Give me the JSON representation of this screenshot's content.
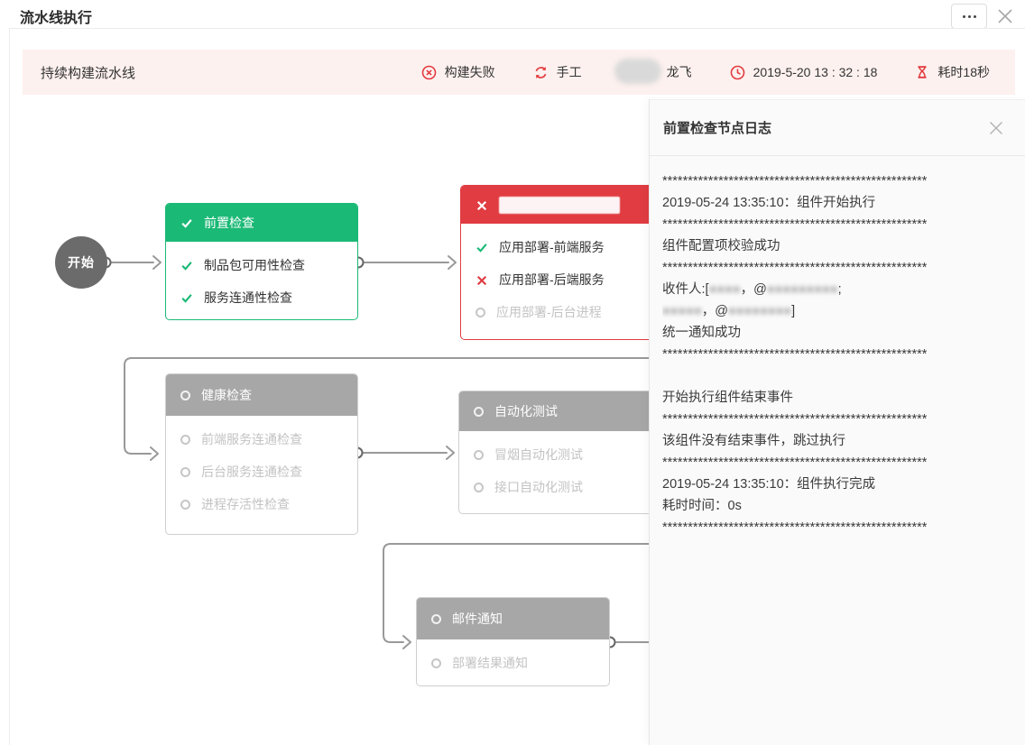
{
  "window": {
    "title": "流水线执行"
  },
  "pipeline_bar": {
    "name": "持续构建流水线",
    "status_label": "构建失败",
    "trigger_label": "手工",
    "operator_name": "龙飞",
    "build_time": "2019-5-20 13 : 32 : 18",
    "duration_label": "耗时18秒"
  },
  "flow": {
    "start_label": "开始",
    "nodes": [
      {
        "id": "precheck",
        "title": "前置检查",
        "state": "success",
        "title_redacted": false,
        "items": [
          {
            "label": "制品包可用性检查",
            "state": "success"
          },
          {
            "label": "服务连通性检查",
            "state": "success"
          }
        ]
      },
      {
        "id": "deploy",
        "title": "",
        "state": "failed",
        "title_redacted": true,
        "items": [
          {
            "label": "应用部署-前端服务",
            "state": "success"
          },
          {
            "label": "应用部署-后端服务",
            "state": "failed"
          },
          {
            "label": "应用部署-后台进程",
            "state": "pending"
          }
        ]
      },
      {
        "id": "health",
        "title": "健康检查",
        "state": "pending",
        "title_redacted": false,
        "items": [
          {
            "label": "前端服务连通检查",
            "state": "pending"
          },
          {
            "label": "后台服务连通检查",
            "state": "pending"
          },
          {
            "label": "进程存活性检查",
            "state": "pending"
          }
        ]
      },
      {
        "id": "autotest",
        "title": "自动化测试",
        "state": "pending",
        "title_redacted": false,
        "items": [
          {
            "label": "冒烟自动化测试",
            "state": "pending"
          },
          {
            "label": "接口自动化测试",
            "state": "pending"
          }
        ]
      },
      {
        "id": "mail",
        "title": "邮件通知",
        "state": "pending",
        "title_redacted": false,
        "items": [
          {
            "label": "部署结果通知",
            "state": "pending"
          }
        ]
      }
    ]
  },
  "log_panel": {
    "title": "前置检查节点日志",
    "star_line": "****************************************************",
    "lines": [
      {
        "type": "stars"
      },
      {
        "type": "text",
        "text": "2019-05-24 13:35:10：组件开始执行"
      },
      {
        "type": "stars"
      },
      {
        "type": "text",
        "text": "组件配置项校验成功"
      },
      {
        "type": "stars"
      },
      {
        "type": "mixed",
        "segments": [
          {
            "text": "收件人:[",
            "redacted": false
          },
          {
            "text": "●●●●",
            "redacted": true
          },
          {
            "text": "，@",
            "redacted": false
          },
          {
            "text": "●●●●●●●●●",
            "redacted": true
          },
          {
            "text": ";",
            "redacted": false
          }
        ]
      },
      {
        "type": "mixed",
        "segments": [
          {
            "text": "●●●●●",
            "redacted": true
          },
          {
            "text": "，@",
            "redacted": false
          },
          {
            "text": "●●●●●●●●",
            "redacted": true
          },
          {
            "text": "]",
            "redacted": false
          }
        ]
      },
      {
        "type": "text",
        "text": "统一通知成功"
      },
      {
        "type": "stars"
      },
      {
        "type": "text",
        "text": ""
      },
      {
        "type": "text",
        "text": "开始执行组件结束事件"
      },
      {
        "type": "stars"
      },
      {
        "type": "text",
        "text": "该组件没有结束事件，跳过执行"
      },
      {
        "type": "stars"
      },
      {
        "type": "text",
        "text": "2019-05-24 13:35:10：组件执行完成"
      },
      {
        "type": "text",
        "text": "耗时时间：0s"
      },
      {
        "type": "stars"
      }
    ]
  },
  "colors": {
    "accent_red": "#e23b3f",
    "success_green": "#1ab976",
    "fail_red": "#e03c42",
    "pending_grey": "#a7a7a7",
    "bar_pink": "#fdf1ef",
    "line_grey": "#999999"
  }
}
